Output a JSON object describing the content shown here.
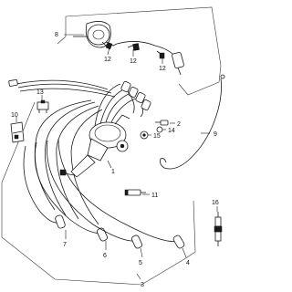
{
  "diagram": {
    "part_labels": {
      "p1": "1",
      "p2": "2",
      "p3": "3",
      "p4": "4",
      "p5": "5",
      "p6": "6",
      "p7": "7",
      "p8": "8",
      "p9": "9",
      "p10": "10",
      "p11": "11",
      "p12a": "12",
      "p12b": "12",
      "p12c": "12",
      "p13": "13",
      "p14": "14",
      "p15": "15",
      "p16": "16"
    }
  }
}
